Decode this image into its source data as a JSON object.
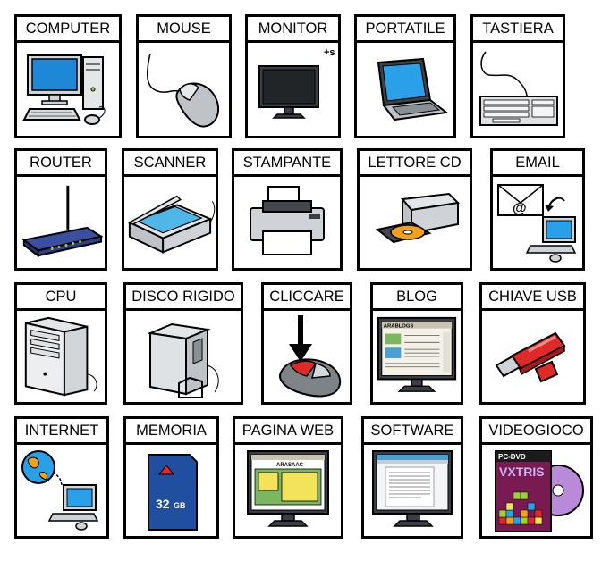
{
  "cards": [
    {
      "label": "COMPUTER",
      "icon": "desktop-computer-icon"
    },
    {
      "label": "MOUSE",
      "icon": "mouse-icon"
    },
    {
      "label": "MONITOR",
      "icon": "monitor-icon",
      "note": "+s"
    },
    {
      "label": "PORTATILE",
      "icon": "laptop-icon"
    },
    {
      "label": "TASTIERA",
      "icon": "keyboard-icon"
    },
    {
      "label": "ROUTER",
      "icon": "router-icon"
    },
    {
      "label": "SCANNER",
      "icon": "scanner-icon"
    },
    {
      "label": "STAMPANTE",
      "icon": "printer-icon"
    },
    {
      "label": "LETTORE CD",
      "icon": "cd-drive-icon"
    },
    {
      "label": "EMAIL",
      "icon": "email-icon",
      "glyph": "@"
    },
    {
      "label": "CPU",
      "icon": "cpu-tower-icon"
    },
    {
      "label": "DISCO RIGIDO",
      "icon": "hard-disk-icon"
    },
    {
      "label": "CLICCARE",
      "icon": "click-mouse-icon"
    },
    {
      "label": "BLOG",
      "icon": "blog-page-icon",
      "screen_text": "ARABLOGS"
    },
    {
      "label": "CHIAVE USB",
      "icon": "usb-key-icon"
    },
    {
      "label": "INTERNET",
      "icon": "internet-icon"
    },
    {
      "label": "MEMORIA",
      "icon": "memory-card-icon",
      "capacity": "32",
      "unit": "GB"
    },
    {
      "label": "PAGINA WEB",
      "icon": "web-page-icon",
      "screen_text": "ARASAAC"
    },
    {
      "label": "SOFTWARE",
      "icon": "software-icon"
    },
    {
      "label": "VIDEOGIOCO",
      "icon": "videogame-icon",
      "box_tag": "PC-DVD",
      "box_title": "VXTRIS"
    }
  ]
}
